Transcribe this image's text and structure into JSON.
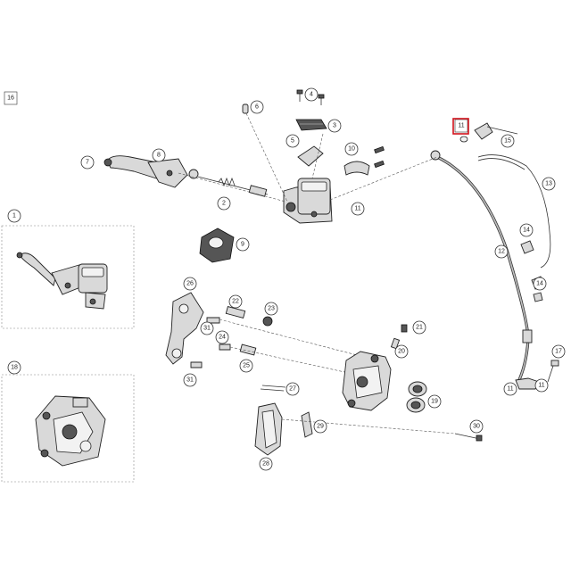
{
  "diagram": {
    "callouts": [
      {
        "id": "c16",
        "label": "16"
      },
      {
        "id": "c1",
        "label": "1"
      },
      {
        "id": "c18",
        "label": "18"
      },
      {
        "id": "c4",
        "label": "4"
      },
      {
        "id": "c6",
        "label": "6"
      },
      {
        "id": "c3",
        "label": "3"
      },
      {
        "id": "c5",
        "label": "5"
      },
      {
        "id": "c7",
        "label": "7"
      },
      {
        "id": "c8",
        "label": "8"
      },
      {
        "id": "c2",
        "label": "2"
      },
      {
        "id": "c9",
        "label": "9"
      },
      {
        "id": "c10",
        "label": "10"
      },
      {
        "id": "c11a",
        "label": "11"
      },
      {
        "id": "c11b",
        "label": "11"
      },
      {
        "id": "c15",
        "label": "15"
      },
      {
        "id": "c13",
        "label": "13"
      },
      {
        "id": "c12",
        "label": "12"
      },
      {
        "id": "c14a",
        "label": "14"
      },
      {
        "id": "c14b",
        "label": "14"
      },
      {
        "id": "c26",
        "label": "26"
      },
      {
        "id": "c22",
        "label": "22"
      },
      {
        "id": "c23",
        "label": "23"
      },
      {
        "id": "c31a",
        "label": "31"
      },
      {
        "id": "c31b",
        "label": "31"
      },
      {
        "id": "c24",
        "label": "24"
      },
      {
        "id": "c25",
        "label": "25"
      },
      {
        "id": "c21",
        "label": "21"
      },
      {
        "id": "c20",
        "label": "20"
      },
      {
        "id": "c27",
        "label": "27"
      },
      {
        "id": "c19",
        "label": "19"
      },
      {
        "id": "c17",
        "label": "17"
      },
      {
        "id": "c11c",
        "label": "11"
      },
      {
        "id": "c11d",
        "label": "11"
      },
      {
        "id": "c29",
        "label": "29"
      },
      {
        "id": "c28",
        "label": "28"
      },
      {
        "id": "c30",
        "label": "30"
      }
    ],
    "highlighted_part": "11",
    "highlight_color": "#d0121b"
  }
}
